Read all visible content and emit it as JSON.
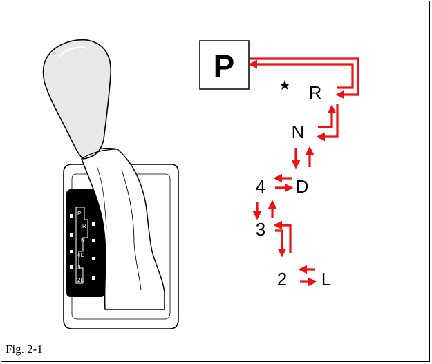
{
  "figure": {
    "caption": "Fig. 2-1",
    "park_label": "P",
    "star_symbol": "★",
    "shift_positions": {
      "r": "R",
      "n": "N",
      "four": "4",
      "d": "D",
      "three": "3",
      "two": "2",
      "l": "L"
    },
    "gate_labels": {
      "p": "P",
      "r": "R",
      "n": "N",
      "four_d": "4D",
      "three": "3",
      "two_l": "2L"
    },
    "colors": {
      "arrow": "#ee1111",
      "outline": "#000000",
      "knob_fill": "#e8e8e8",
      "gate_plate": "#000000"
    }
  }
}
